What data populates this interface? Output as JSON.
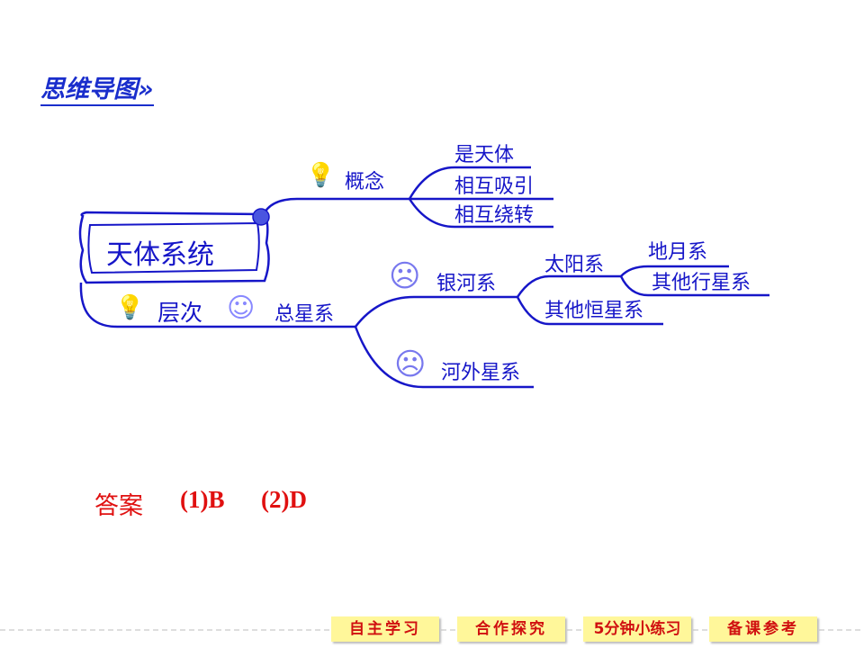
{
  "title": "思维导图»",
  "mindmap": {
    "root": "天体系统",
    "concept": {
      "label": "概念",
      "items": [
        "是天体",
        "相互吸引",
        "相互绕转"
      ]
    },
    "level": {
      "label": "层次",
      "total": "总星系",
      "galaxy": "银河系",
      "solar": "太阳系",
      "earth_moon": "地月系",
      "other_planet": "其他行星系",
      "other_star": "其他恒星系",
      "extragalactic": "河外星系"
    }
  },
  "answer": {
    "label": "答案",
    "a1": "(1)B",
    "a2": "(2)D"
  },
  "nav": [
    "自主学习",
    "合作探究",
    "5分钟小练习",
    "备课参考"
  ],
  "colors": {
    "line": "#1616c8",
    "answer": "#e01010",
    "button": "#fff79a"
  }
}
